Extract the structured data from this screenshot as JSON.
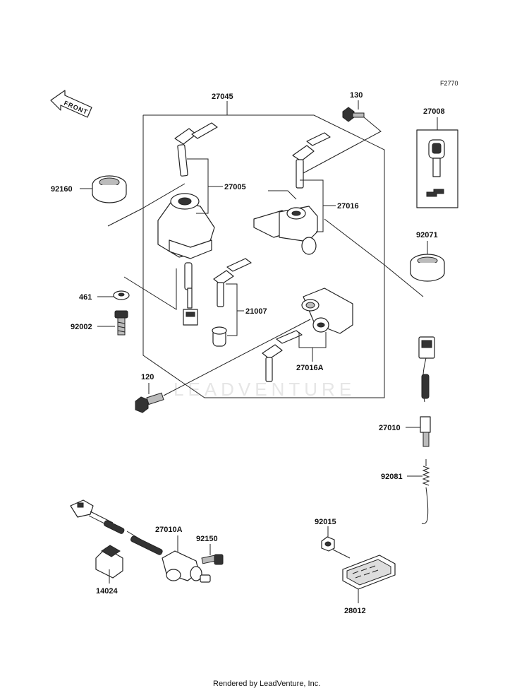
{
  "figure_code": "F2770",
  "front_label": "FRONT",
  "watermark": "LEADVENTURE",
  "footer": "Rendered by LeadVenture, Inc.",
  "callouts": {
    "p27045": "27045",
    "p130": "130",
    "p27008": "27008",
    "p92160": "92160",
    "p27005": "27005",
    "p27016": "27016",
    "p92071": "92071",
    "p461": "461",
    "p21007": "21007",
    "p92002": "92002",
    "p27016A": "27016A",
    "p120": "120",
    "p27010": "27010",
    "p92081": "92081",
    "p27010A": "27010A",
    "p92150": "92150",
    "p92015": "92015",
    "p14024": "14024",
    "p28012": "28012"
  }
}
